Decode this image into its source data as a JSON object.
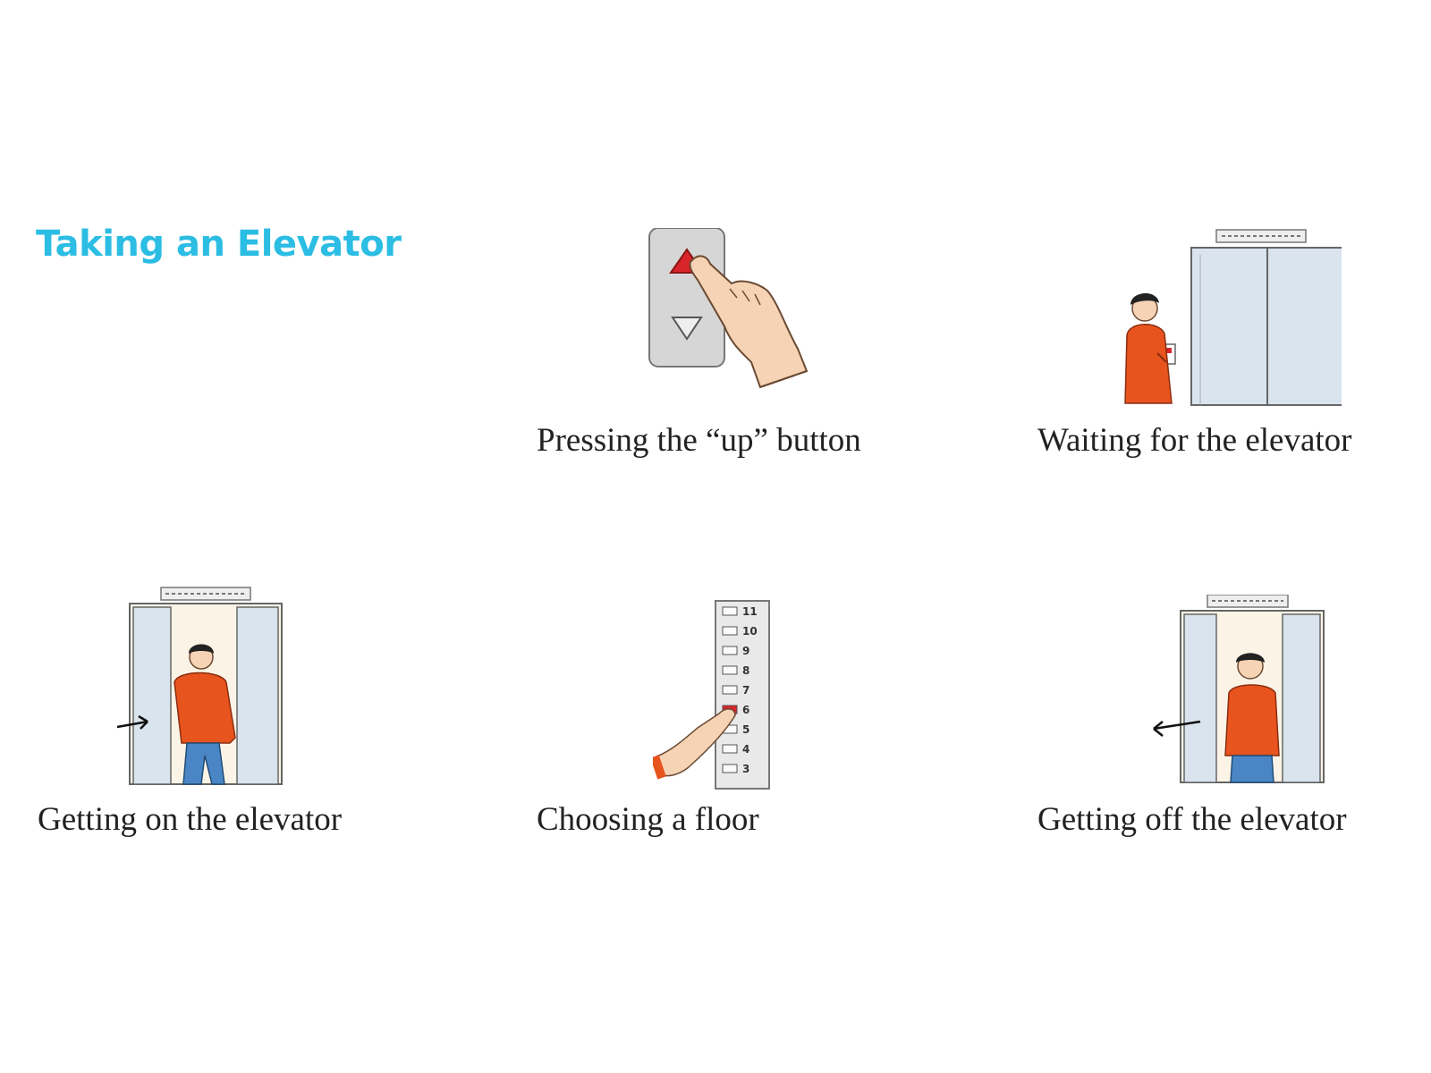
{
  "page": {
    "title": "Taking an Elevator",
    "title_color": "#2bbde3"
  },
  "colors": {
    "shirt": "#e8541e",
    "button_red": "#d8242a",
    "door_blue": "#d9e4ee",
    "skin": "#f6d3b4"
  },
  "panels": [
    {
      "caption": "Pressing the “up” button",
      "icon": "up-button-icon"
    },
    {
      "caption": "Waiting for the elevator",
      "icon": "elevator-waiting-icon"
    },
    {
      "caption": "Getting on the elevator",
      "icon": "elevator-enter-icon"
    },
    {
      "caption": "Choosing a floor",
      "icon": "floor-panel-icon",
      "floors": [
        "11",
        "10",
        "9",
        "8",
        "7",
        "6",
        "5",
        "4",
        "3"
      ]
    },
    {
      "caption": "Getting off the elevator",
      "icon": "elevator-exit-icon"
    }
  ]
}
